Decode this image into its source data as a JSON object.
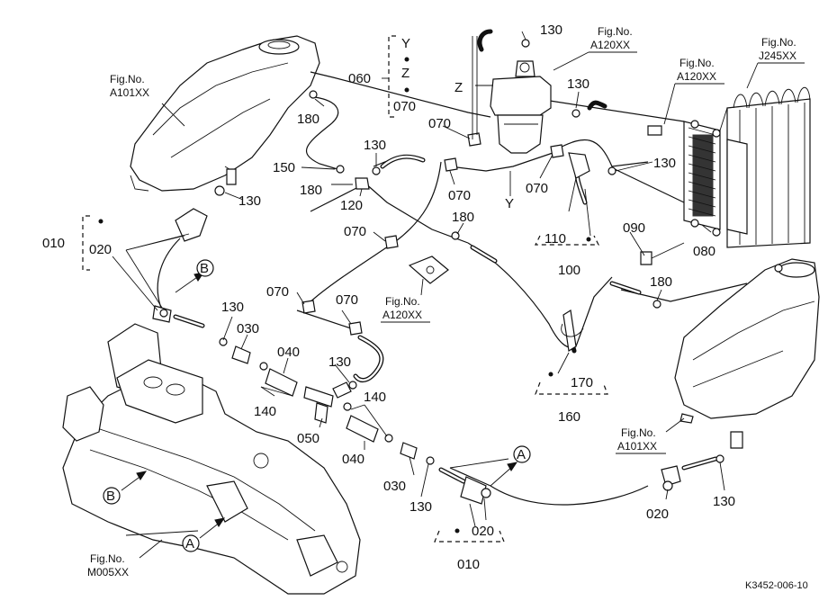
{
  "figure_refs": {
    "a101_top": [
      "Fig.No.",
      "A101XX"
    ],
    "a120_top": [
      "Fig.No.",
      "A120XX"
    ],
    "j245": [
      "Fig.No.",
      "J245XX"
    ],
    "a120_right": [
      "Fig.No.",
      "A120XX"
    ],
    "a120_mid": [
      "Fig.No.",
      "A120XX"
    ],
    "a101_right": [
      "Fig.No.",
      "A101XX"
    ],
    "m005": [
      "Fig.No.",
      "M005XX"
    ]
  },
  "part_labels": {
    "p060": "060",
    "p070_group": "070",
    "group_y": "Y",
    "group_z": "Z",
    "p180_a": "180",
    "p150": "150",
    "p180_b": "180",
    "p130_a": "130",
    "p120": "120",
    "p130_top": "130",
    "p130_b": "130",
    "z_label": "Z",
    "p070_a": "070",
    "p070_b": "070",
    "p070_c": "070",
    "y_label": "Y",
    "p130_c": "130",
    "p010_left": "010",
    "p020_left": "020",
    "p130_d": "130",
    "p070_d": "070",
    "p180_c": "180",
    "p110": "110",
    "p100": "100",
    "p090": "090",
    "p080": "080",
    "p070_e": "070",
    "p070_f": "070",
    "p180_d": "180",
    "p130_e": "130",
    "p030_a": "030",
    "p040_a": "040",
    "p130_f": "130",
    "p140_a": "140",
    "p140_b": "140",
    "p050": "050",
    "p040_b": "040",
    "p170": "170",
    "p160": "160",
    "p030_b": "030",
    "p130_g": "130",
    "p020_bottom": "020",
    "p010_bottom": "010",
    "p020_right": "020",
    "p130_h": "130"
  },
  "callouts": {
    "a_mid": "A",
    "a_bottom": "A",
    "b_top": "B",
    "b_bottom": "B"
  },
  "drawing_code": "K3452-006-10"
}
